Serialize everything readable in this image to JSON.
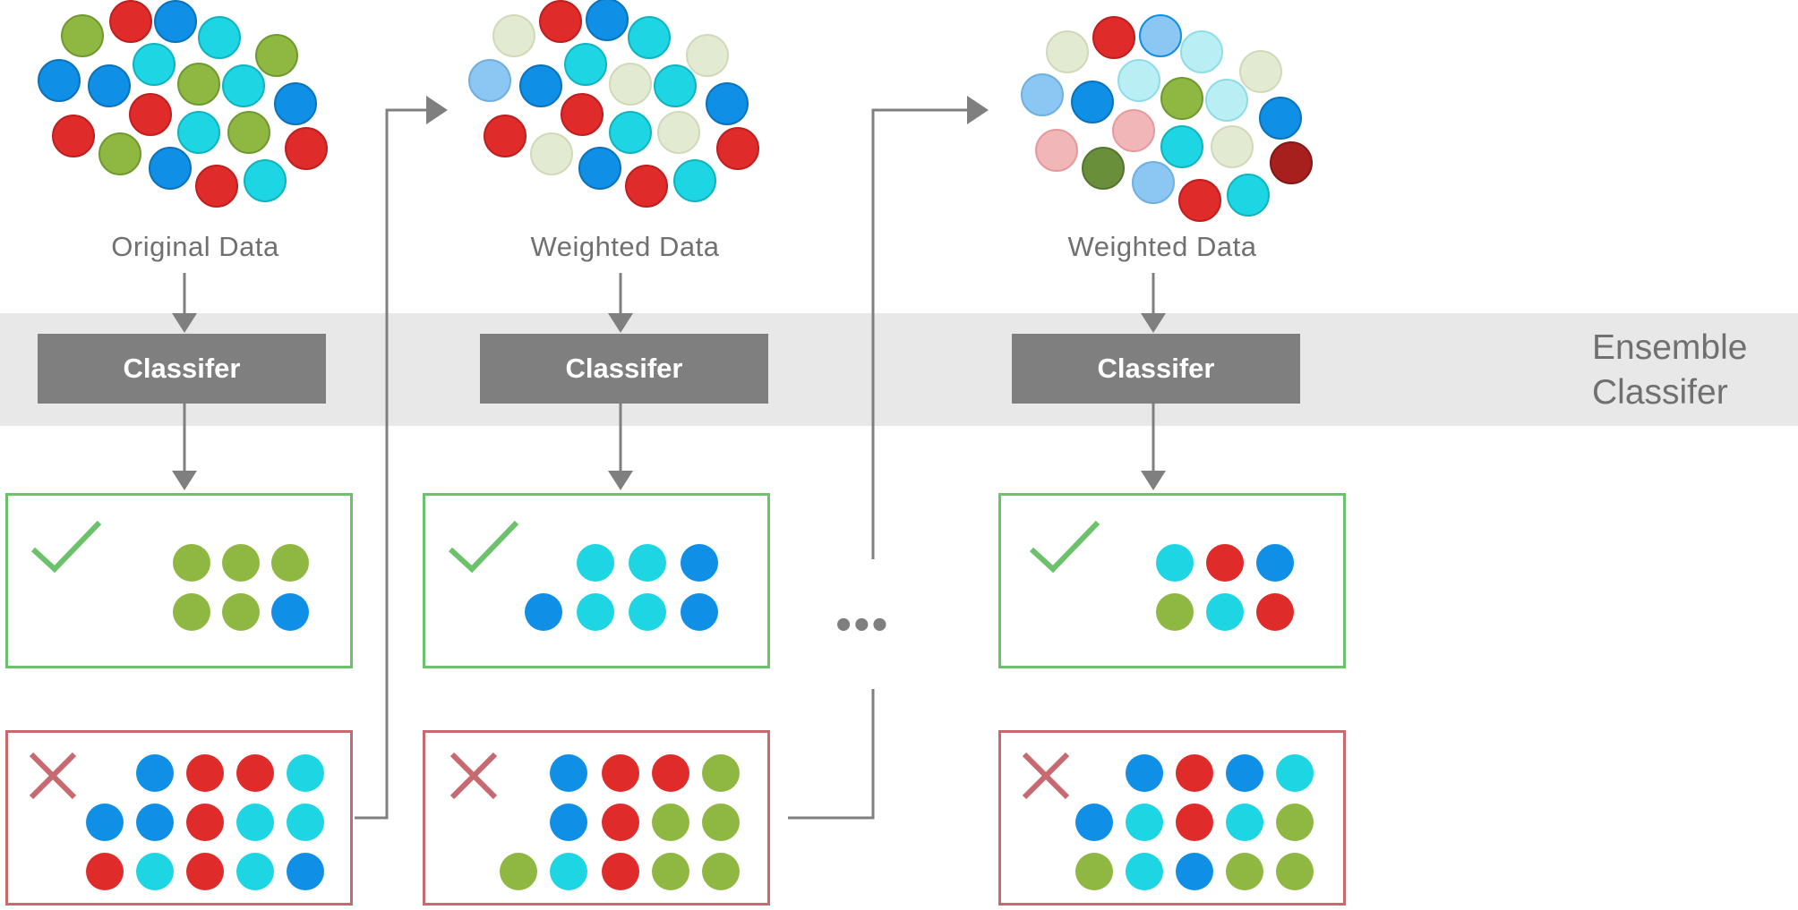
{
  "stages": [
    {
      "data_label": "Original Data",
      "classifier_label": "Classifer"
    },
    {
      "data_label": "Weighted Data",
      "classifier_label": "Classifer"
    },
    {
      "data_label": "Weighted Data",
      "classifier_label": "Classifer"
    }
  ],
  "ensemble_label": "Ensemble Classifer",
  "ensemble_label_lines": [
    "Ensemble",
    "Classifer"
  ],
  "ellipsis": "•••",
  "colors": {
    "green": "#8fb843",
    "cyan": "#1ed6e3",
    "blue": "#0f8fe6",
    "red": "#e02b2b",
    "light_blue": "#8cc6f2",
    "light_cyan": "#b9eef4",
    "pale_green": "#e3ead2",
    "pink": "#f1b6b8",
    "dark_red": "#a8201e",
    "dark_green": "#6a8f3a",
    "classifier_fill": "#7f7f7f",
    "band_fill": "#e8e8e8",
    "correct_border": "#6cc26a",
    "wrong_border": "#c8696f",
    "arrow": "#7f7f7f",
    "label_text": "#707070"
  },
  "icons": {
    "correct": "check-icon",
    "wrong": "cross-icon"
  }
}
